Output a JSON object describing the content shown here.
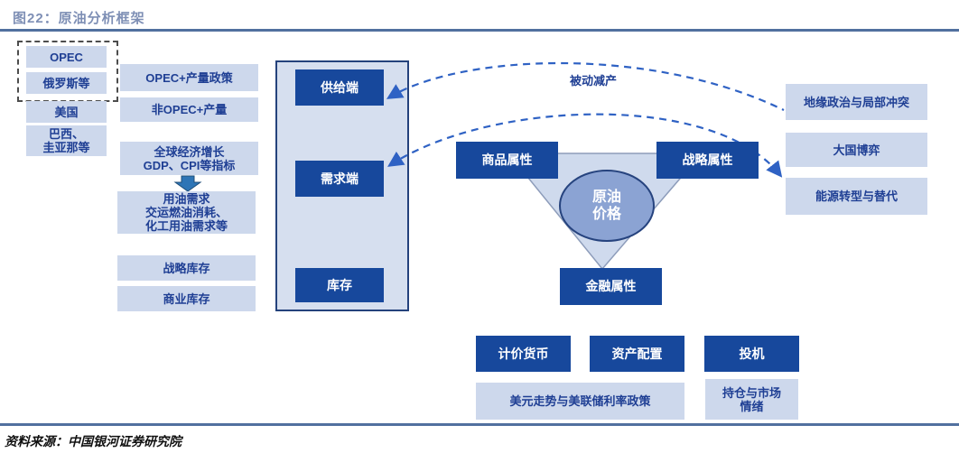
{
  "title": "图22：原油分析框架",
  "source": "资料来源：中国银河证券研究院",
  "colors": {
    "title_text": "#7e8fb5",
    "rule": "#51709f",
    "light_box_bg": "#cdd8ec",
    "light_box_text": "#1f3f94",
    "dark_box_bg": "#17489c",
    "dark_box_text": "#ffffff",
    "panel_bg": "#d6dfef",
    "panel_border": "#24427c",
    "triangle_fill": "#cfdaed",
    "triangle_border": "#8d9cba",
    "circle_fill": "#8ba3d3",
    "circle_border": "#26437e",
    "dashed_arrow": "#2f62c4",
    "block_arrow": "#2e75b6"
  },
  "supply_sources": {
    "opec": "OPEC",
    "russia": "俄罗斯等",
    "usa": "美国",
    "brazil": "巴西、\n圭亚那等"
  },
  "supply_factors": {
    "opec_policy": "OPEC+产量政策",
    "non_opec": "非OPEC+产量"
  },
  "demand_factors": {
    "gdp": "全球经济增长\nGDP、CPI等指标",
    "oil_demand": "用油需求\n交运燃油消耗、\n化工用油需求等"
  },
  "inventory_factors": {
    "strategic": "战略库存",
    "commercial": "商业库存"
  },
  "core_panel": {
    "supply": "供给端",
    "demand": "需求端",
    "inventory": "库存"
  },
  "triangle": {
    "commodity": "商品属性",
    "strategic": "战略属性",
    "financial": "金融属性",
    "center": "原油\n价格"
  },
  "strategic_factors": {
    "geopolitics": "地缘政治与局部冲突",
    "power_game": "大国博弈",
    "energy_transition": "能源转型与替代"
  },
  "financial_factors": {
    "pricing_currency": "计价货币",
    "asset_allocation": "资产配置",
    "speculation": "投机",
    "usd_fed": "美元走势与美联储利率政策",
    "positions": "持仓与市场\n情绪"
  },
  "annotations": {
    "passive_cut": "被动减产"
  }
}
